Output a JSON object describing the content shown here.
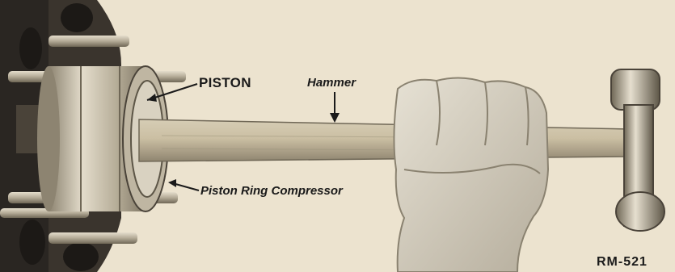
{
  "figure": {
    "labels": {
      "piston": "PISTON",
      "hammer": "Hammer",
      "piston_ring_compressor": "Piston Ring Compressor",
      "figure_number": "RM-521"
    }
  },
  "colors": {
    "paper": "#ece3cf",
    "ink": "#1a1a1a",
    "block_shadow": "#2a2622",
    "metal_light": "#d9d2c1",
    "metal_mid": "#a99f8c",
    "handle": "#c9bfa6",
    "glove": "#d8d2c4"
  },
  "icons": [
    "engine-block",
    "piston-ring-compressor",
    "piston",
    "hammer-handle",
    "gloved-hand",
    "hammer-head"
  ]
}
